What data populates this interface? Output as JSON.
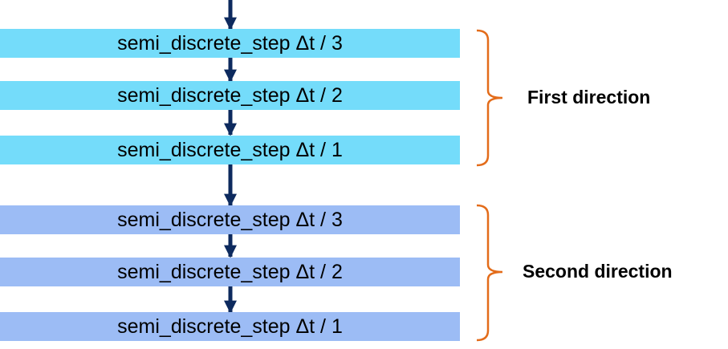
{
  "colors": {
    "first_fill": "#74dcfa",
    "second_fill": "#9cbcf5",
    "arrow": "#0d2a5e",
    "brace": "#e36c1a"
  },
  "first_direction": {
    "label": "First direction",
    "steps": [
      {
        "text": "semi_discrete_step Δt / 3"
      },
      {
        "text": "semi_discrete_step Δt / 2"
      },
      {
        "text": "semi_discrete_step Δt / 1"
      }
    ]
  },
  "second_direction": {
    "label": "Second direction",
    "steps": [
      {
        "text": "semi_discrete_step Δt / 3"
      },
      {
        "text": "semi_discrete_step Δt / 2"
      },
      {
        "text": "semi_discrete_step Δt / 1"
      }
    ]
  }
}
